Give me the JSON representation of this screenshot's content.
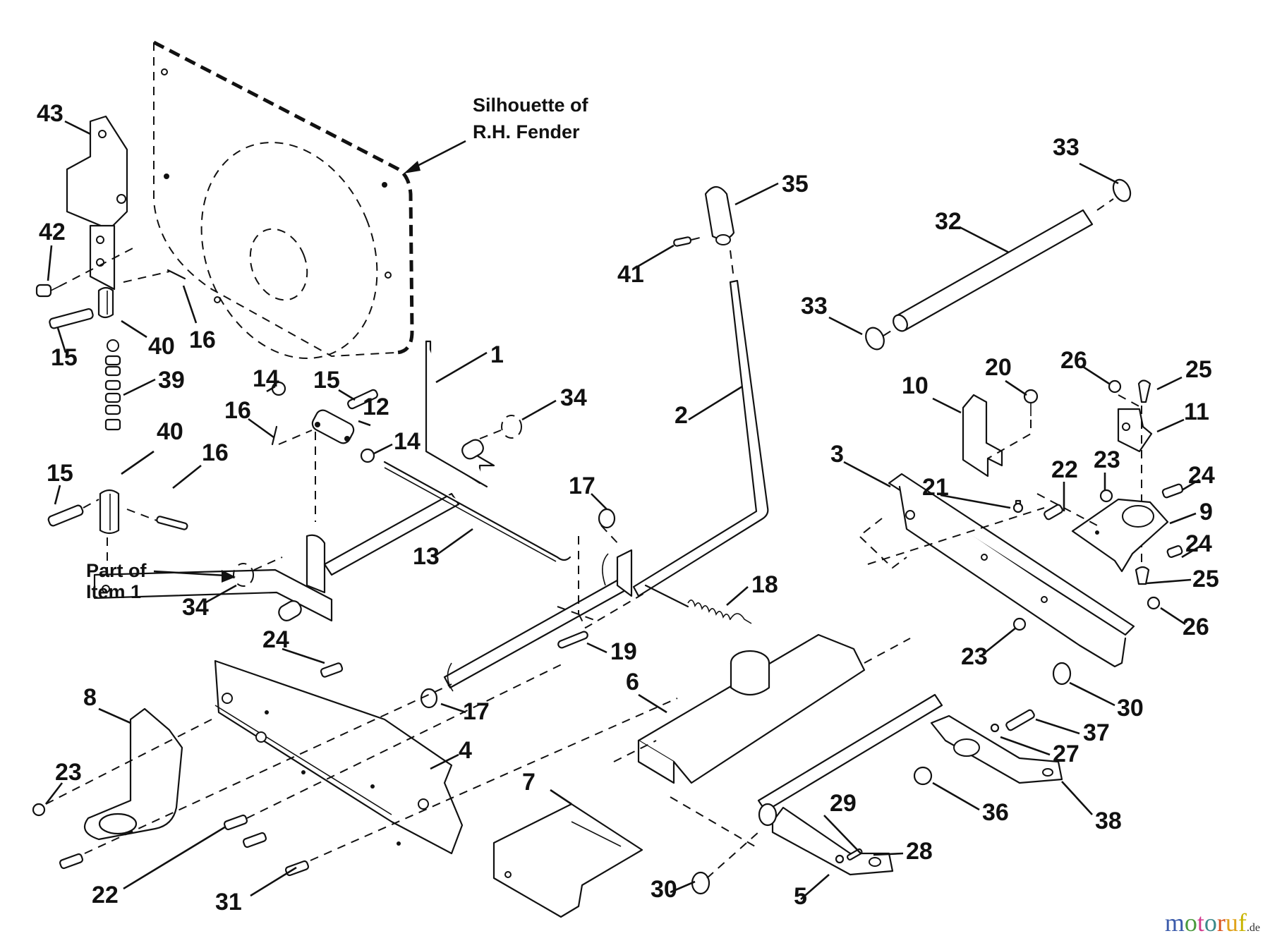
{
  "diagram": {
    "type": "exploded-parts-diagram",
    "annotations": {
      "fender_line1": "Silhouette of",
      "fender_line2": "R.H. Fender",
      "part_of_line1": "Part of",
      "part_of_line2": "Item 1"
    },
    "callouts": [
      {
        "id": "c43",
        "label": "43"
      },
      {
        "id": "c42",
        "label": "42"
      },
      {
        "id": "c15a",
        "label": "15"
      },
      {
        "id": "c40a",
        "label": "40"
      },
      {
        "id": "c16a",
        "label": "16"
      },
      {
        "id": "c39",
        "label": "39"
      },
      {
        "id": "c40b",
        "label": "40"
      },
      {
        "id": "c16b",
        "label": "16"
      },
      {
        "id": "c15b",
        "label": "15"
      },
      {
        "id": "c14a",
        "label": "14"
      },
      {
        "id": "c16c",
        "label": "16"
      },
      {
        "id": "c15c",
        "label": "15"
      },
      {
        "id": "c12",
        "label": "12"
      },
      {
        "id": "c14b",
        "label": "14"
      },
      {
        "id": "c1",
        "label": "1"
      },
      {
        "id": "c34a",
        "label": "34"
      },
      {
        "id": "c34b",
        "label": "34"
      },
      {
        "id": "c13",
        "label": "13"
      },
      {
        "id": "c35",
        "label": "35"
      },
      {
        "id": "c41",
        "label": "41"
      },
      {
        "id": "c2",
        "label": "2"
      },
      {
        "id": "c17a",
        "label": "17"
      },
      {
        "id": "c18",
        "label": "18"
      },
      {
        "id": "c19",
        "label": "19"
      },
      {
        "id": "c17b",
        "label": "17"
      },
      {
        "id": "c33a",
        "label": "33"
      },
      {
        "id": "c32",
        "label": "32"
      },
      {
        "id": "c33b",
        "label": "33"
      },
      {
        "id": "c10",
        "label": "10"
      },
      {
        "id": "c20",
        "label": "20"
      },
      {
        "id": "c26a",
        "label": "26"
      },
      {
        "id": "c25a",
        "label": "25"
      },
      {
        "id": "c11",
        "label": "11"
      },
      {
        "id": "c3",
        "label": "3"
      },
      {
        "id": "c21",
        "label": "21"
      },
      {
        "id": "c22a",
        "label": "22"
      },
      {
        "id": "c23a",
        "label": "23"
      },
      {
        "id": "c24a",
        "label": "24"
      },
      {
        "id": "c9",
        "label": "9"
      },
      {
        "id": "c24b",
        "label": "24"
      },
      {
        "id": "c25b",
        "label": "25"
      },
      {
        "id": "c26b",
        "label": "26"
      },
      {
        "id": "c23b",
        "label": "23"
      },
      {
        "id": "c30a",
        "label": "30"
      },
      {
        "id": "c24c",
        "label": "24"
      },
      {
        "id": "c8",
        "label": "8"
      },
      {
        "id": "c23c",
        "label": "23"
      },
      {
        "id": "c4",
        "label": "4"
      },
      {
        "id": "c22b",
        "label": "22"
      },
      {
        "id": "c31",
        "label": "31"
      },
      {
        "id": "c6",
        "label": "6"
      },
      {
        "id": "c7",
        "label": "7"
      },
      {
        "id": "c30b",
        "label": "30"
      },
      {
        "id": "c29",
        "label": "29"
      },
      {
        "id": "c28",
        "label": "28"
      },
      {
        "id": "c5",
        "label": "5"
      },
      {
        "id": "c36",
        "label": "36"
      },
      {
        "id": "c27",
        "label": "27"
      },
      {
        "id": "c37",
        "label": "37"
      },
      {
        "id": "c38",
        "label": "38"
      }
    ]
  },
  "watermark": {
    "letters": [
      {
        "ch": "m",
        "color": "#3b5bab"
      },
      {
        "ch": "o",
        "color": "#4a9a3c"
      },
      {
        "ch": "t",
        "color": "#d23a8e"
      },
      {
        "ch": "o",
        "color": "#3b8a8a"
      },
      {
        "ch": "r",
        "color": "#d9531e"
      },
      {
        "ch": "u",
        "color": "#e0a21a"
      },
      {
        "ch": "f",
        "color": "#c8b400"
      }
    ],
    "tld": ".de"
  }
}
